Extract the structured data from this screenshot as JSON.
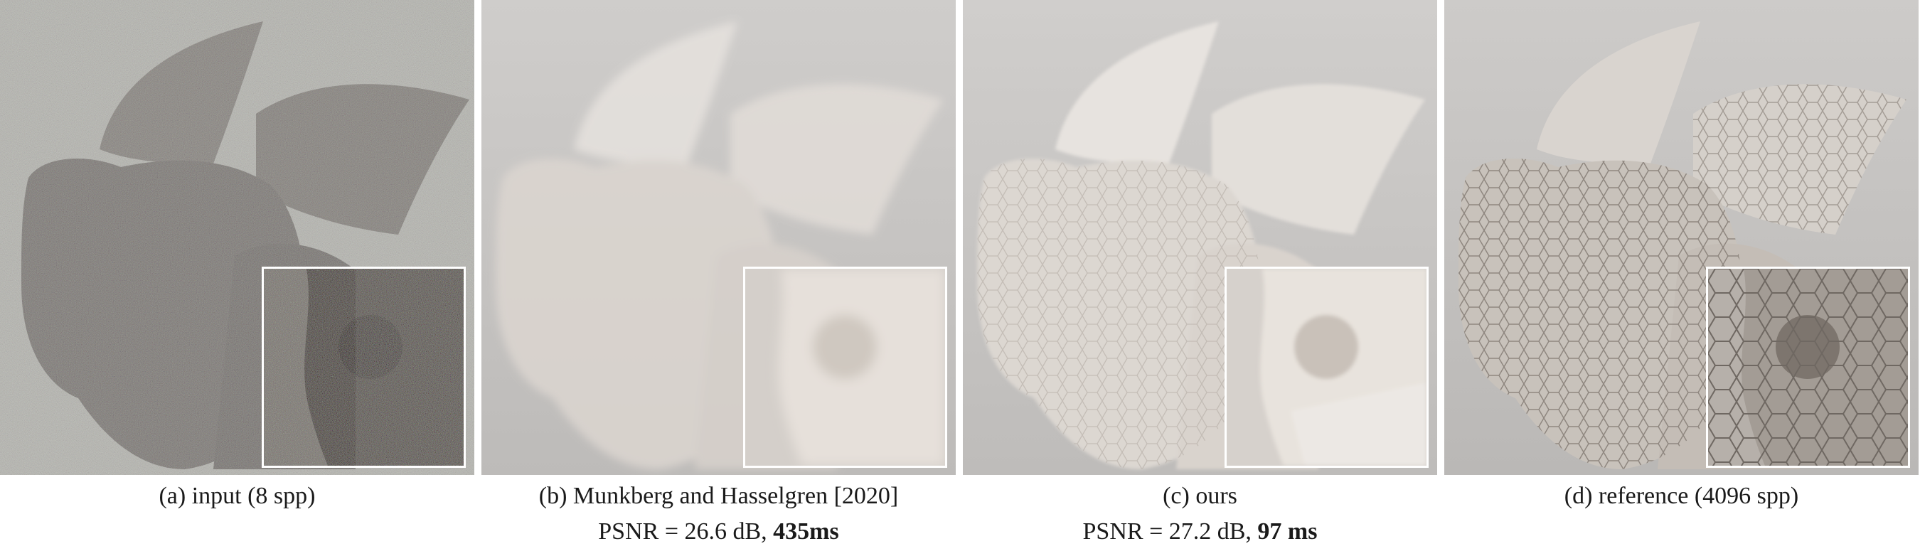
{
  "figure": {
    "panels": [
      {
        "id": "input",
        "caption": "(a) input (8 spp)",
        "metric_text": "",
        "metric_time": "",
        "style": "noisy"
      },
      {
        "id": "munkberg",
        "caption": "(b) Munkberg and Hasselgren [2020]",
        "metric_text": "PSNR = 26.6 dB, ",
        "metric_time": "435ms",
        "style": "blurry"
      },
      {
        "id": "ours",
        "caption": "(c) ours",
        "metric_text": "PSNR = 27.2 dB, ",
        "metric_time": "97 ms",
        "style": "clean"
      },
      {
        "id": "reference",
        "caption": "(d) reference (4096 spp)",
        "metric_text": "",
        "metric_time": "",
        "style": "sharp"
      }
    ],
    "colors": {
      "background_noisy": "#a7a7a0",
      "background_clean": "#cfcfce",
      "gargoyle_tint": "#e8e3df",
      "inset_border": "#ffffff"
    }
  }
}
